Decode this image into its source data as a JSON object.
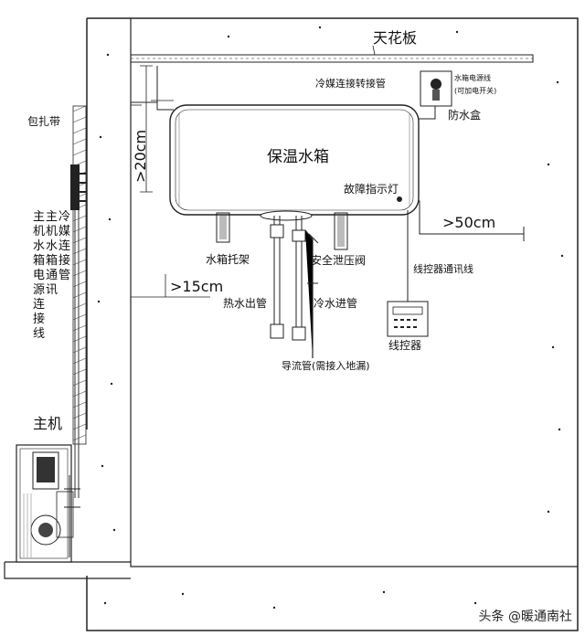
{
  "labels": {
    "ceiling": "天花板",
    "refrigerant_joint": "冷媒连接转接管",
    "power_note_line1": "水箱电源线",
    "power_note_line2": "(可加电开关)",
    "waterproof_box": "防水盒",
    "wrap_belt": "包扎带",
    "vertical_col1": "主\n机\n水\n箱\n电\n源\n连\n接\n线",
    "vertical_col2": "主\n机\n水\n箱\n通\n讯",
    "vertical_col3": "冷\n媒\n连\n接\n管",
    "gap_top": ">20cm",
    "tank": "保温水箱",
    "fault_lamp": "故障指示灯",
    "gap_right": ">50cm",
    "tank_bracket": "水箱托架",
    "safety_valve": "安全泄压阀",
    "controller_cable": "线控器通讯线",
    "gap_left": ">15cm",
    "hot_out": "热水出管",
    "cold_in": "冷水进管",
    "controller": "线控器",
    "drain": "导流管(需接入地漏)",
    "main_unit": "主机"
  },
  "watermark": "头条 @暖通南社"
}
